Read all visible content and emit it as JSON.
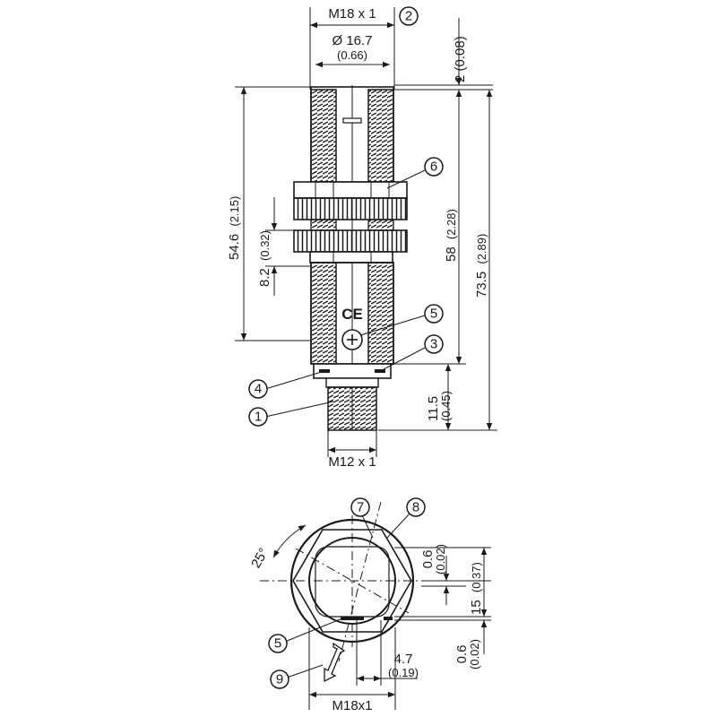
{
  "side_view": {
    "thread_top": "M18 x 1",
    "diameter": "Ø 16.7",
    "diameter_in": "(0.66)",
    "top_offset": "2 (0.08)",
    "len_thread": "54.6",
    "len_thread_in": "(2.15)",
    "nut_height": "8.2",
    "nut_height_in": "(0.32)",
    "len_body": "58",
    "len_body_in": "(2.28)",
    "len_total": "73.5",
    "len_total_in": "(2.89)",
    "conn_len": "11.5",
    "conn_len_in": "(0.45)",
    "thread_bottom": "M12 x 1",
    "ce_mark": "CE"
  },
  "bottom_view": {
    "angle": "25°",
    "dim_a": "0.6",
    "dim_a_in": "(0.02)",
    "dim_b": "15",
    "dim_b_in": "(0.37)",
    "dim_c": "0.6",
    "dim_c_in": "(0.02)",
    "dim_d": "4.7",
    "dim_d_in": "(0.19)",
    "thread": "M18x1"
  },
  "callouts": {
    "c1": "1",
    "c2": "2",
    "c3": "3",
    "c4": "4",
    "c5": "5",
    "c6": "6",
    "c7": "7",
    "c8": "8",
    "c9": "9",
    "c5b": "5"
  }
}
